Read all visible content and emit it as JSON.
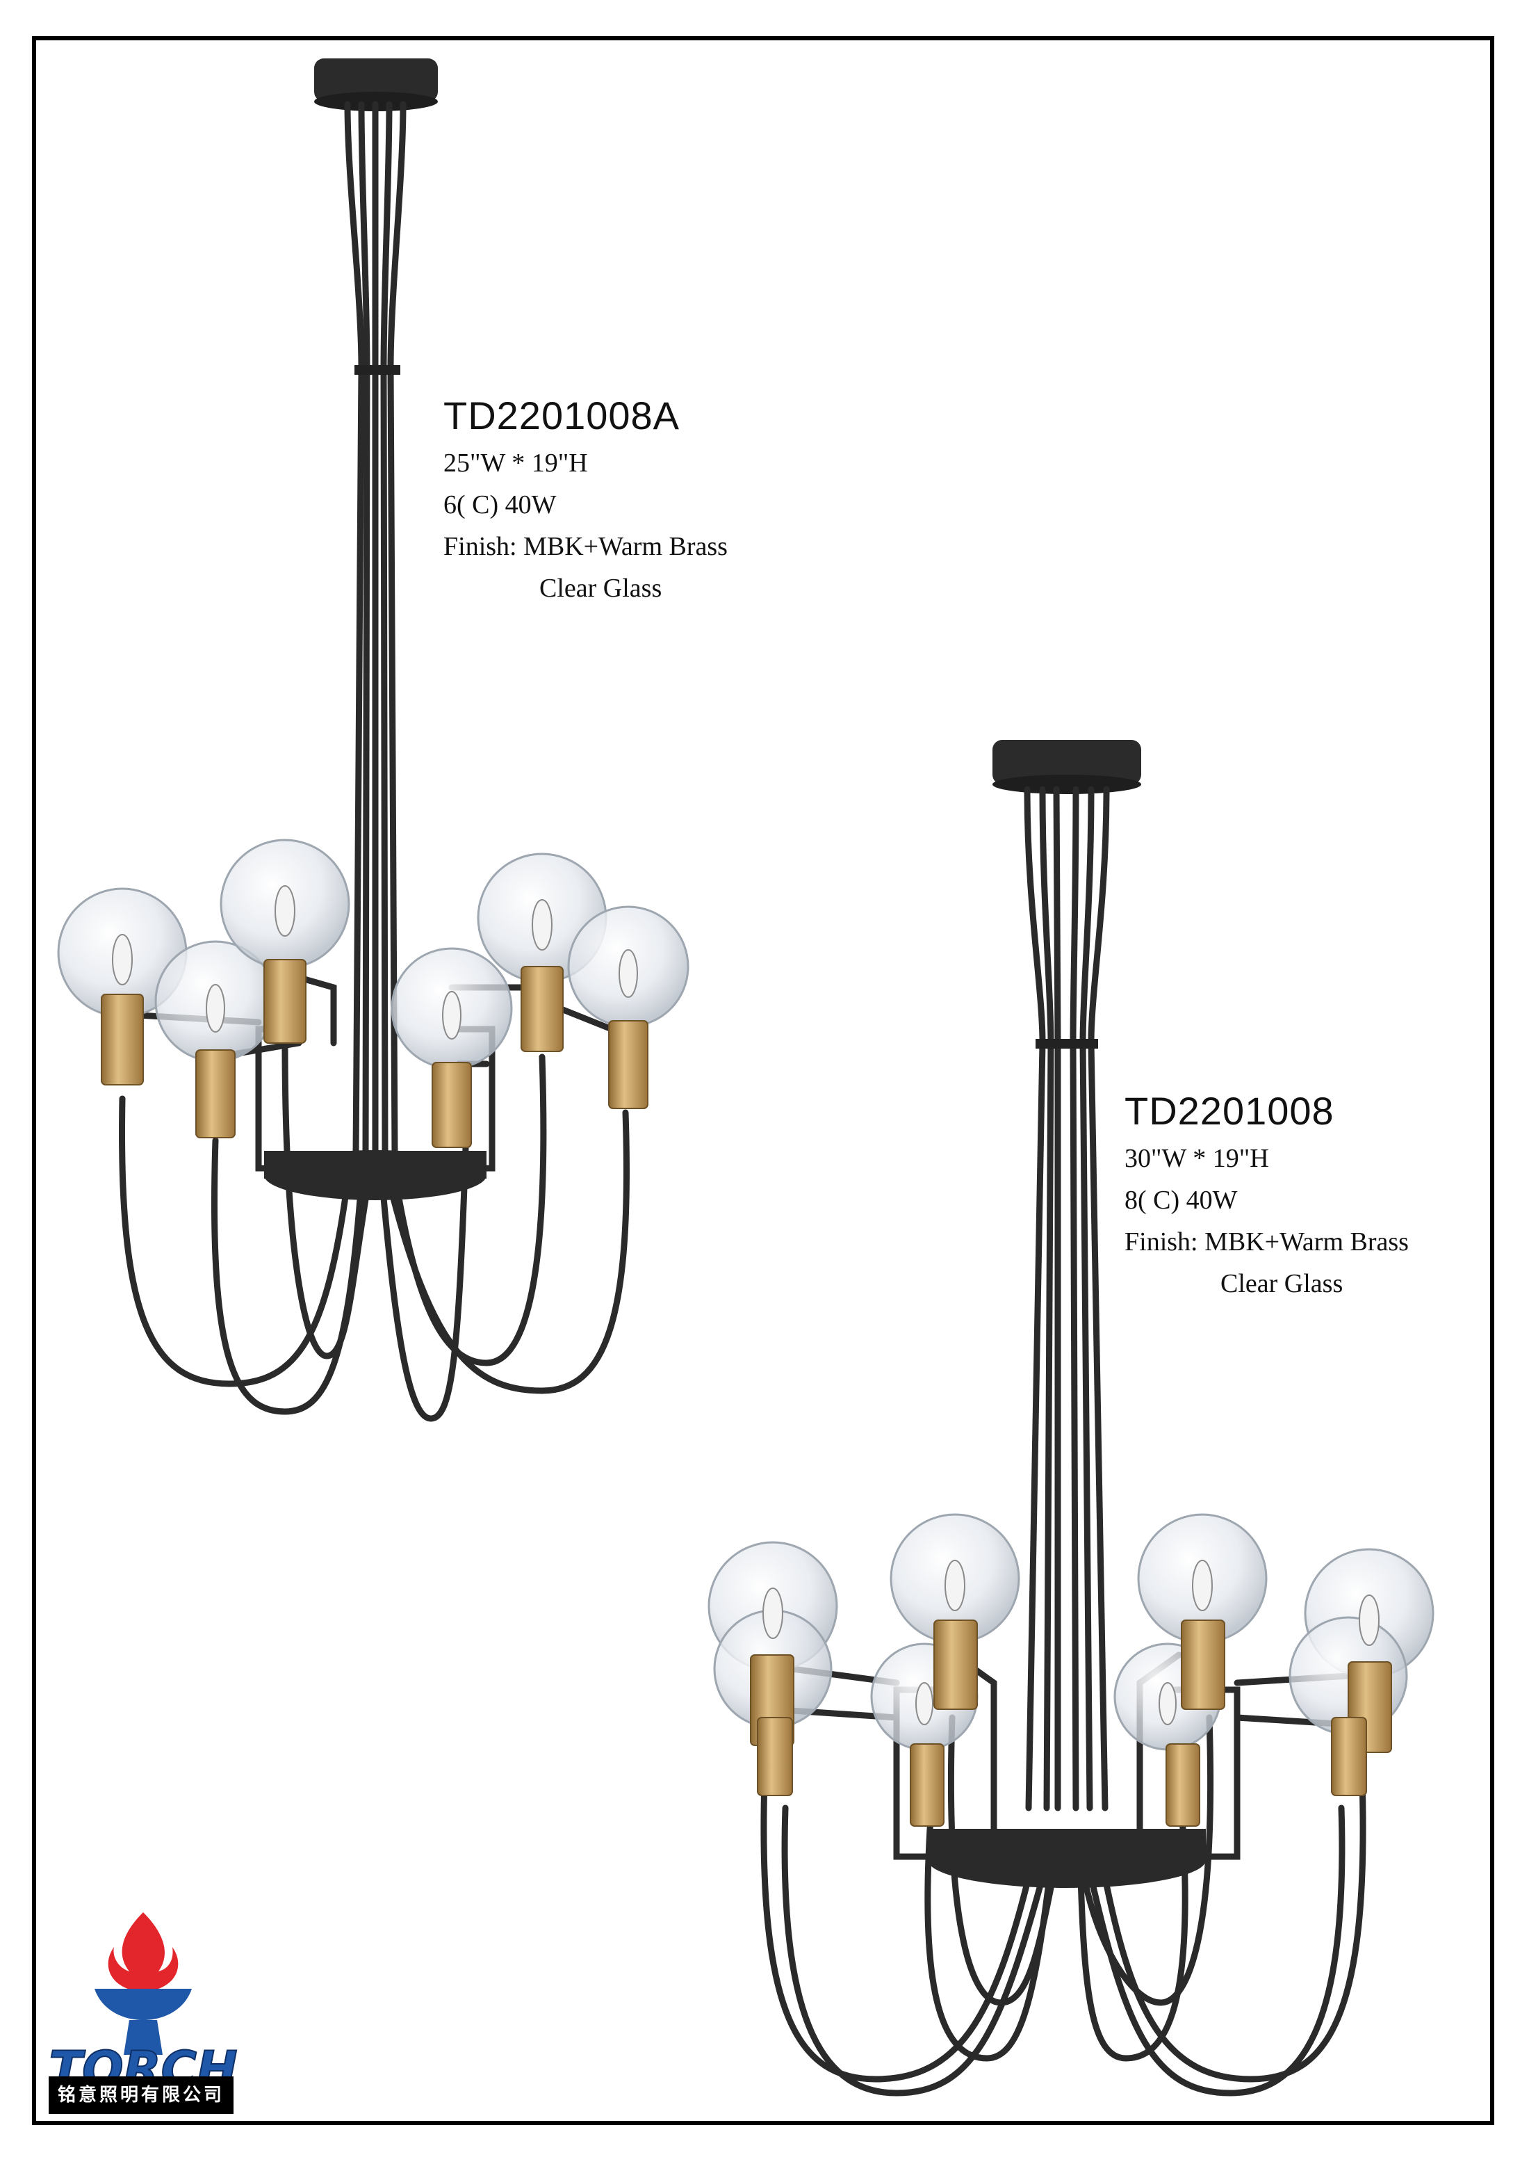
{
  "products": [
    {
      "model": "TD2201008A",
      "size": "25\"W * 19\"H",
      "bulbs": "6( C) 40W",
      "finish": "Finish: MBK+Warm Brass",
      "glass": "Clear Glass"
    },
    {
      "model": "TD2201008",
      "size": "30\"W * 19\"H",
      "bulbs": "8( C) 40W",
      "finish": "Finish: MBK+Warm Brass",
      "glass": "Clear Glass"
    }
  ],
  "logo": {
    "wordmark": "TORCH",
    "company": "铭意照明有限公司",
    "colors": {
      "flame": "#e3262b",
      "body": "#1f58a8"
    }
  },
  "colors": {
    "metal": "#2a2a2a",
    "brass": "#c29a55",
    "glass": "#d6dbe2"
  }
}
